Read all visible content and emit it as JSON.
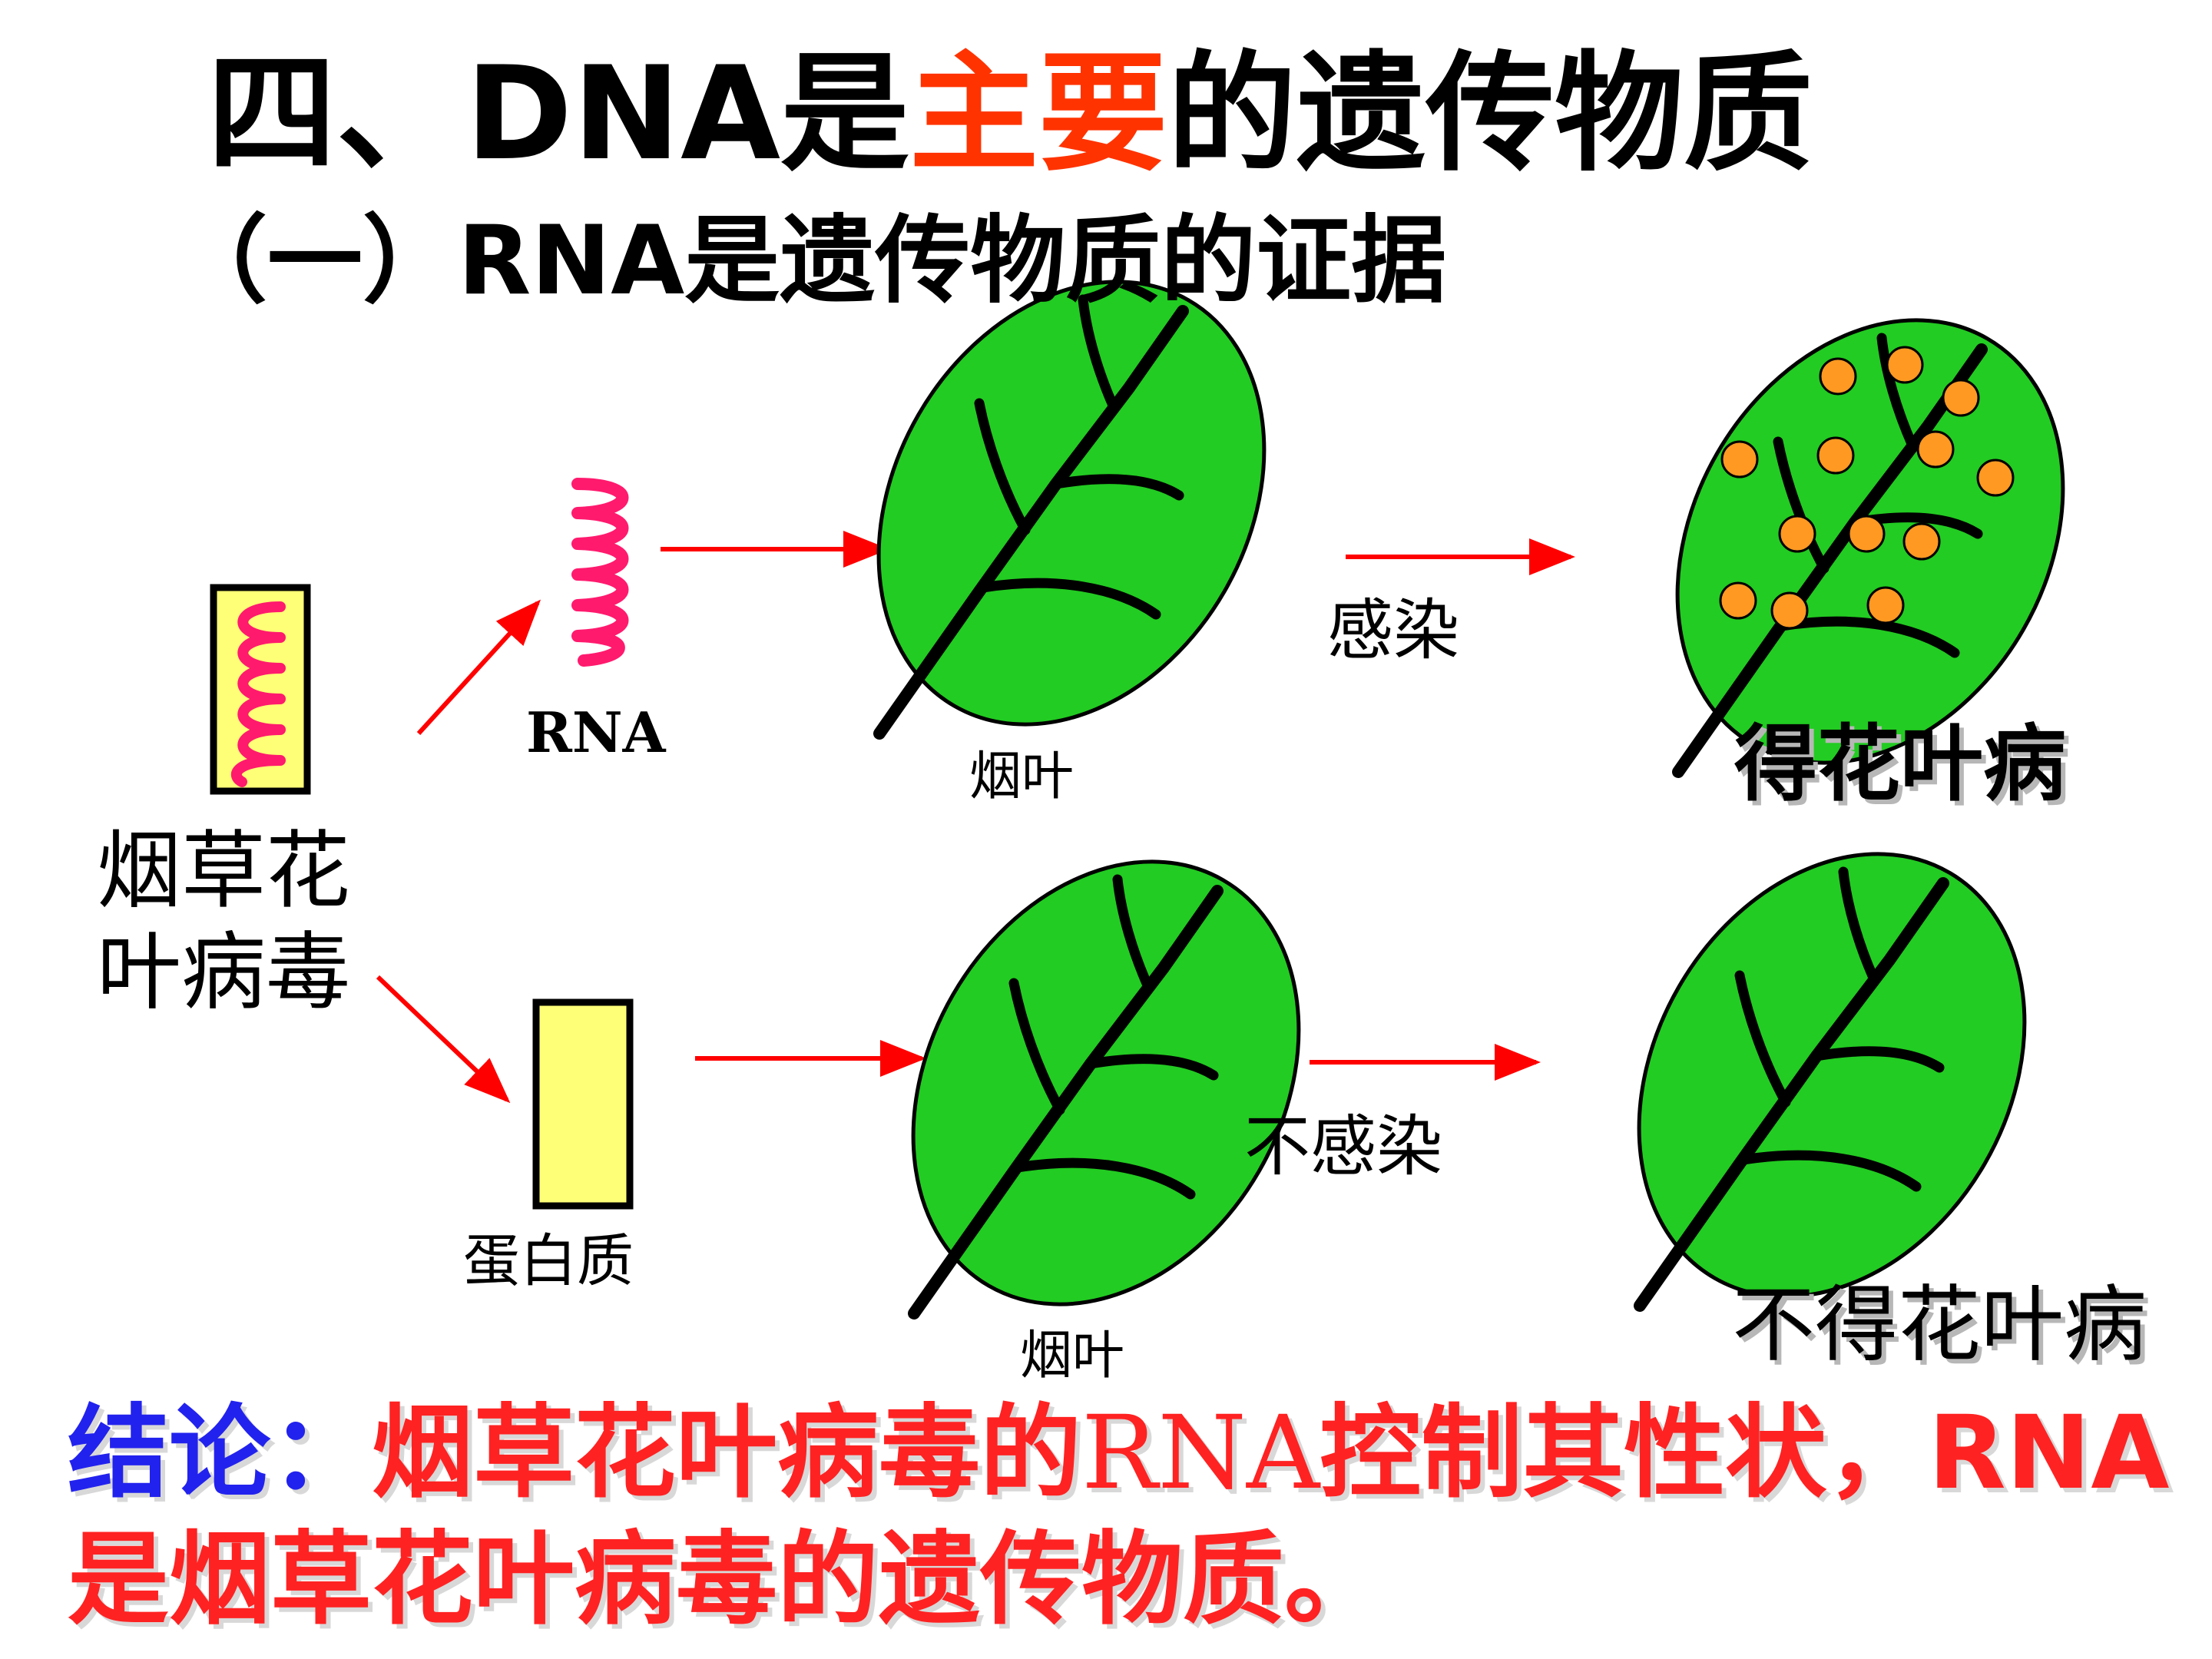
{
  "title": {
    "prefix": "四、DNA是",
    "highlight": "主要",
    "suffix": "的遗传物质"
  },
  "subtitle": "（一）RNA是遗传物质的证据",
  "virus_label_line1": "烟草花",
  "virus_label_line2": "叶病毒",
  "rna_label": "RNA",
  "protein_label": "蛋白质",
  "leaf_label_top": "烟叶",
  "leaf_label_bottom": "烟叶",
  "infect_label": "感染",
  "no_infect_label": "不感染",
  "result_infected": "得花叶病",
  "result_healthy": "不得花叶病",
  "conclusion": {
    "lead": "结论：",
    "part1": "烟草花叶病毒的",
    "rna": "RNA",
    "part2": "控制其性状，RNA是烟草花叶病毒的遗传物质。"
  },
  "colors": {
    "leaf": "#22cc22",
    "arrow": "#ff0000",
    "rna_strand": "#ff1a6e",
    "protein_box": "#ffff77",
    "spot": "#ff9922",
    "title_highlight": "#ff3300",
    "conclusion_lead": "#2222ee",
    "conclusion_text": "#ff2222"
  },
  "icons": [
    "virus-capsule-icon",
    "rna-strand-icon",
    "protein-icon",
    "leaf-icon",
    "arrow-icon",
    "lesion-spot-icon"
  ]
}
